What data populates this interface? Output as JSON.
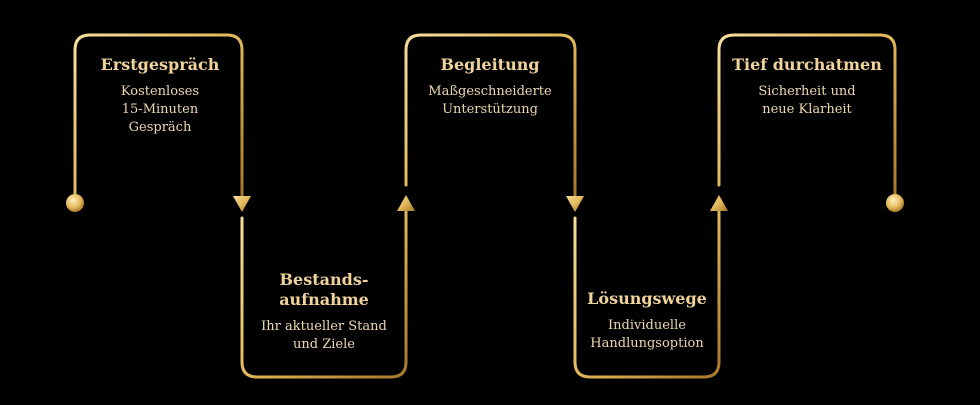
{
  "colors": {
    "background": "#000000",
    "gold": "#e2b85a",
    "gold_light": "#f7df9c",
    "gold_dark": "#a8782a",
    "text": "#f0d39a"
  },
  "steps": [
    {
      "title": "Erstgespräch",
      "desc_lines": [
        "Kostenloses",
        "15-Minuten",
        "Gespräch"
      ]
    },
    {
      "title_lines": [
        "Bestands-",
        "aufnahme"
      ],
      "desc_lines": [
        "Ihr aktueller Stand",
        "und Ziele"
      ]
    },
    {
      "title": "Begleitung",
      "desc_lines": [
        "Maßgeschneiderte",
        "Unterstützung"
      ]
    },
    {
      "title": "Lösungswege",
      "desc_lines": [
        "Individuelle",
        "Handlungsoption"
      ]
    },
    {
      "title": "Tief durchatmen",
      "desc_lines": [
        "Sicherheit und",
        "neue Klarheit"
      ]
    }
  ]
}
